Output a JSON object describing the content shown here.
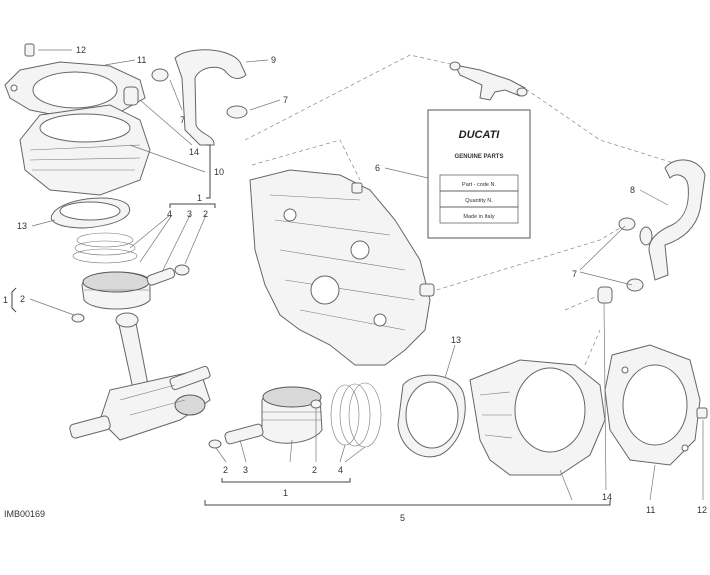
{
  "callouts": {
    "c12a": "12",
    "c11a": "11",
    "c9": "9",
    "c7a": "7",
    "c7b": "7",
    "c14a": "14",
    "c10": "10",
    "c1a": "1",
    "c13a": "13",
    "c4a": "4",
    "c3a": "3",
    "c2a": "2",
    "c1b": "1",
    "c2b": "2",
    "c6": "6",
    "c8": "8",
    "c7c": "7",
    "c13b": "13",
    "c2c": "2",
    "c3b": "3",
    "c2d": "2",
    "c4b": "4",
    "c1c": "1",
    "c5": "5",
    "c14b": "14",
    "c11b": "11",
    "c12b": "12"
  },
  "label_card": {
    "brand": "DUCATI",
    "heading": "GENUINE PARTS",
    "row1": "Part - code N.",
    "row2": "Quantity N.",
    "row3": "Made in Italy"
  },
  "diagram_code": "IMB00169",
  "colors": {
    "line": "#666666",
    "fill": "#f4f4f4",
    "shade": "#d9d9d9"
  }
}
